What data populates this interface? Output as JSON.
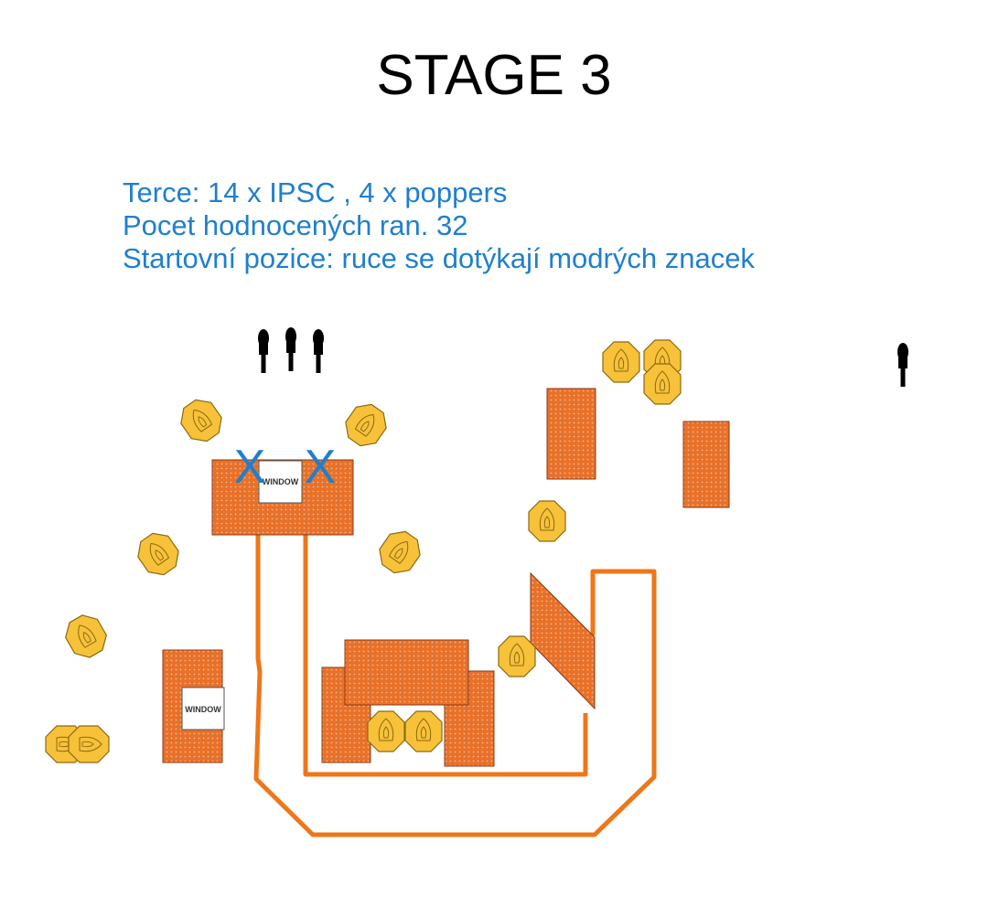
{
  "title": "STAGE 3",
  "info": {
    "targets": "Terce: 14 x IPSC , 4 x poppers",
    "rounds": "Pocet hodnocených ran. 32",
    "start": "Startovní pozice: ruce se dotýkají modrých znacek"
  },
  "window_label": "WINDOW",
  "start_marker": "X",
  "colors": {
    "info_text": "#1f7fce",
    "marker": "#1f7fce",
    "wall_fill": "#e8712a",
    "wall_dot": "#f6b48a",
    "fault_line": "#ef7619",
    "target_fill": "#f7c13a",
    "target_stroke": "#8a6a10",
    "popper": "#000000"
  }
}
